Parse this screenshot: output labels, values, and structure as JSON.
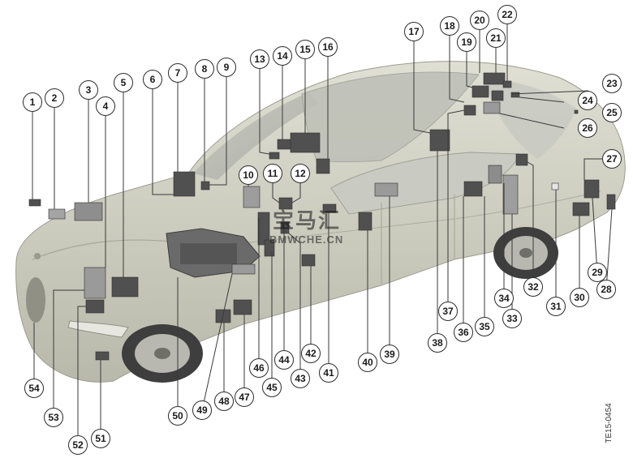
{
  "figure_code": "TE15-0454",
  "watermark": {
    "text_cn": "宝马汇",
    "text_url": "BMWCHE.CN"
  },
  "callouts": [
    "1",
    "2",
    "3",
    "4",
    "5",
    "6",
    "7",
    "8",
    "9",
    "10",
    "11",
    "12",
    "13",
    "14",
    "15",
    "16",
    "17",
    "18",
    "19",
    "20",
    "21",
    "22",
    "23",
    "24",
    "25",
    "26",
    "27",
    "28",
    "29",
    "30",
    "31",
    "32",
    "33",
    "34",
    "35",
    "36",
    "37",
    "38",
    "39",
    "40",
    "41",
    "42",
    "43",
    "44",
    "45",
    "46",
    "47",
    "48",
    "49",
    "50",
    "51",
    "52",
    "53",
    "54"
  ],
  "colors": {
    "car_body": "#d3d3c6",
    "component": "#505050",
    "line": "#3a3a3a"
  }
}
